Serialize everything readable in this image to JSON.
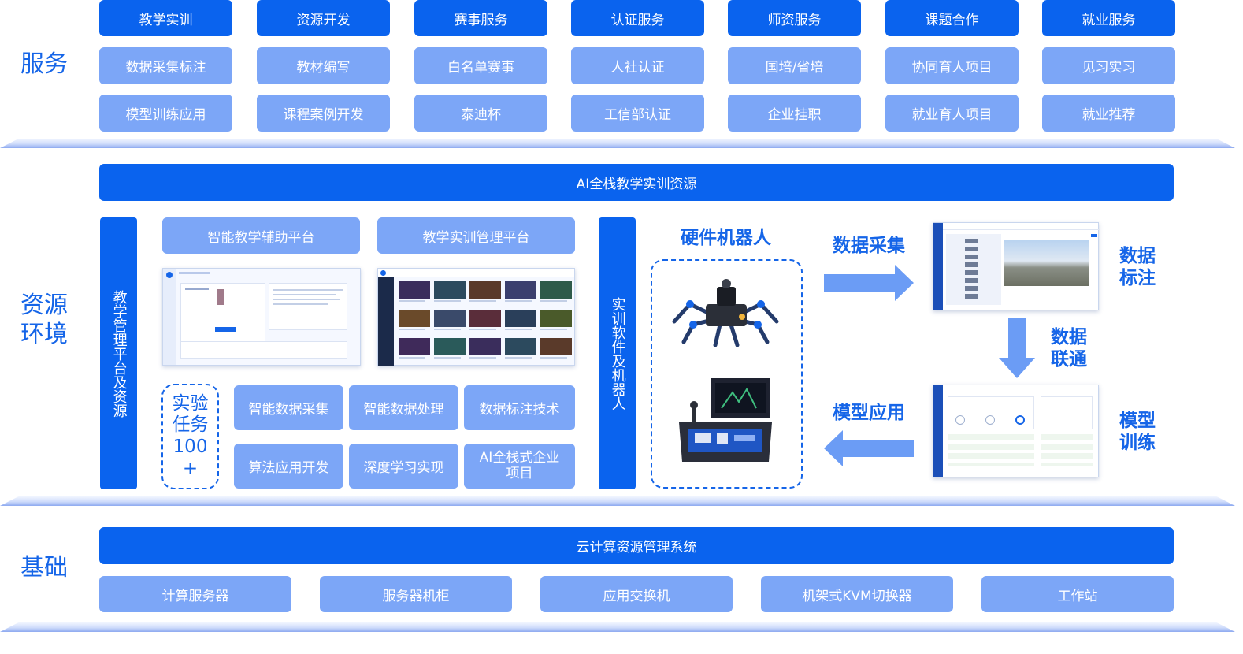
{
  "sections": {
    "service": "服务",
    "resource": "资源环境",
    "base": "基础"
  },
  "services": {
    "headers": [
      "教学实训",
      "资源开发",
      "赛事服务",
      "认证服务",
      "师资服务",
      "课题合作",
      "就业服务"
    ],
    "row1": [
      "数据采集标注",
      "教材编写",
      "白名单赛事",
      "人社认证",
      "国培/省培",
      "协同育人项目",
      "见习实习"
    ],
    "row2": [
      "模型训练应用",
      "课程案例开发",
      "泰迪杯",
      "工信部认证",
      "企业挂职",
      "就业育人项目",
      "就业推荐"
    ]
  },
  "resource": {
    "banner": "AI全栈教学实训资源",
    "left_bar": "教学管理平台及资源",
    "platforms": [
      "智能教学辅助平台",
      "教学实训管理平台"
    ],
    "task_box": "实验任务100+",
    "skills_row1": [
      "智能数据采集",
      "智能数据处理",
      "数据标注技术"
    ],
    "skills_row2": [
      "算法应用开发",
      "深度学习实现",
      "AI全栈式企业项目"
    ],
    "mid_bar": "实训软件及机器人",
    "robot_title": "硬件机器人",
    "flow": {
      "collect": "数据采集",
      "label": "数据标注",
      "link": "数据联通",
      "train": "模型训练",
      "apply": "模型应用"
    }
  },
  "base": {
    "banner": "云计算资源管理系统",
    "items": [
      "计算服务器",
      "服务器机柜",
      "应用交换机",
      "机架式KVM切换器",
      "工作站"
    ]
  },
  "colors": {
    "primary": "#0a63ee",
    "light": "#7ca6f7",
    "accent_text": "#1565e8",
    "arrow": "#6b9cf5"
  },
  "icons": [
    "robot-spider-image",
    "robot-kit-case-image",
    "arrow-right-icon",
    "arrow-down-icon",
    "arrow-left-icon"
  ]
}
